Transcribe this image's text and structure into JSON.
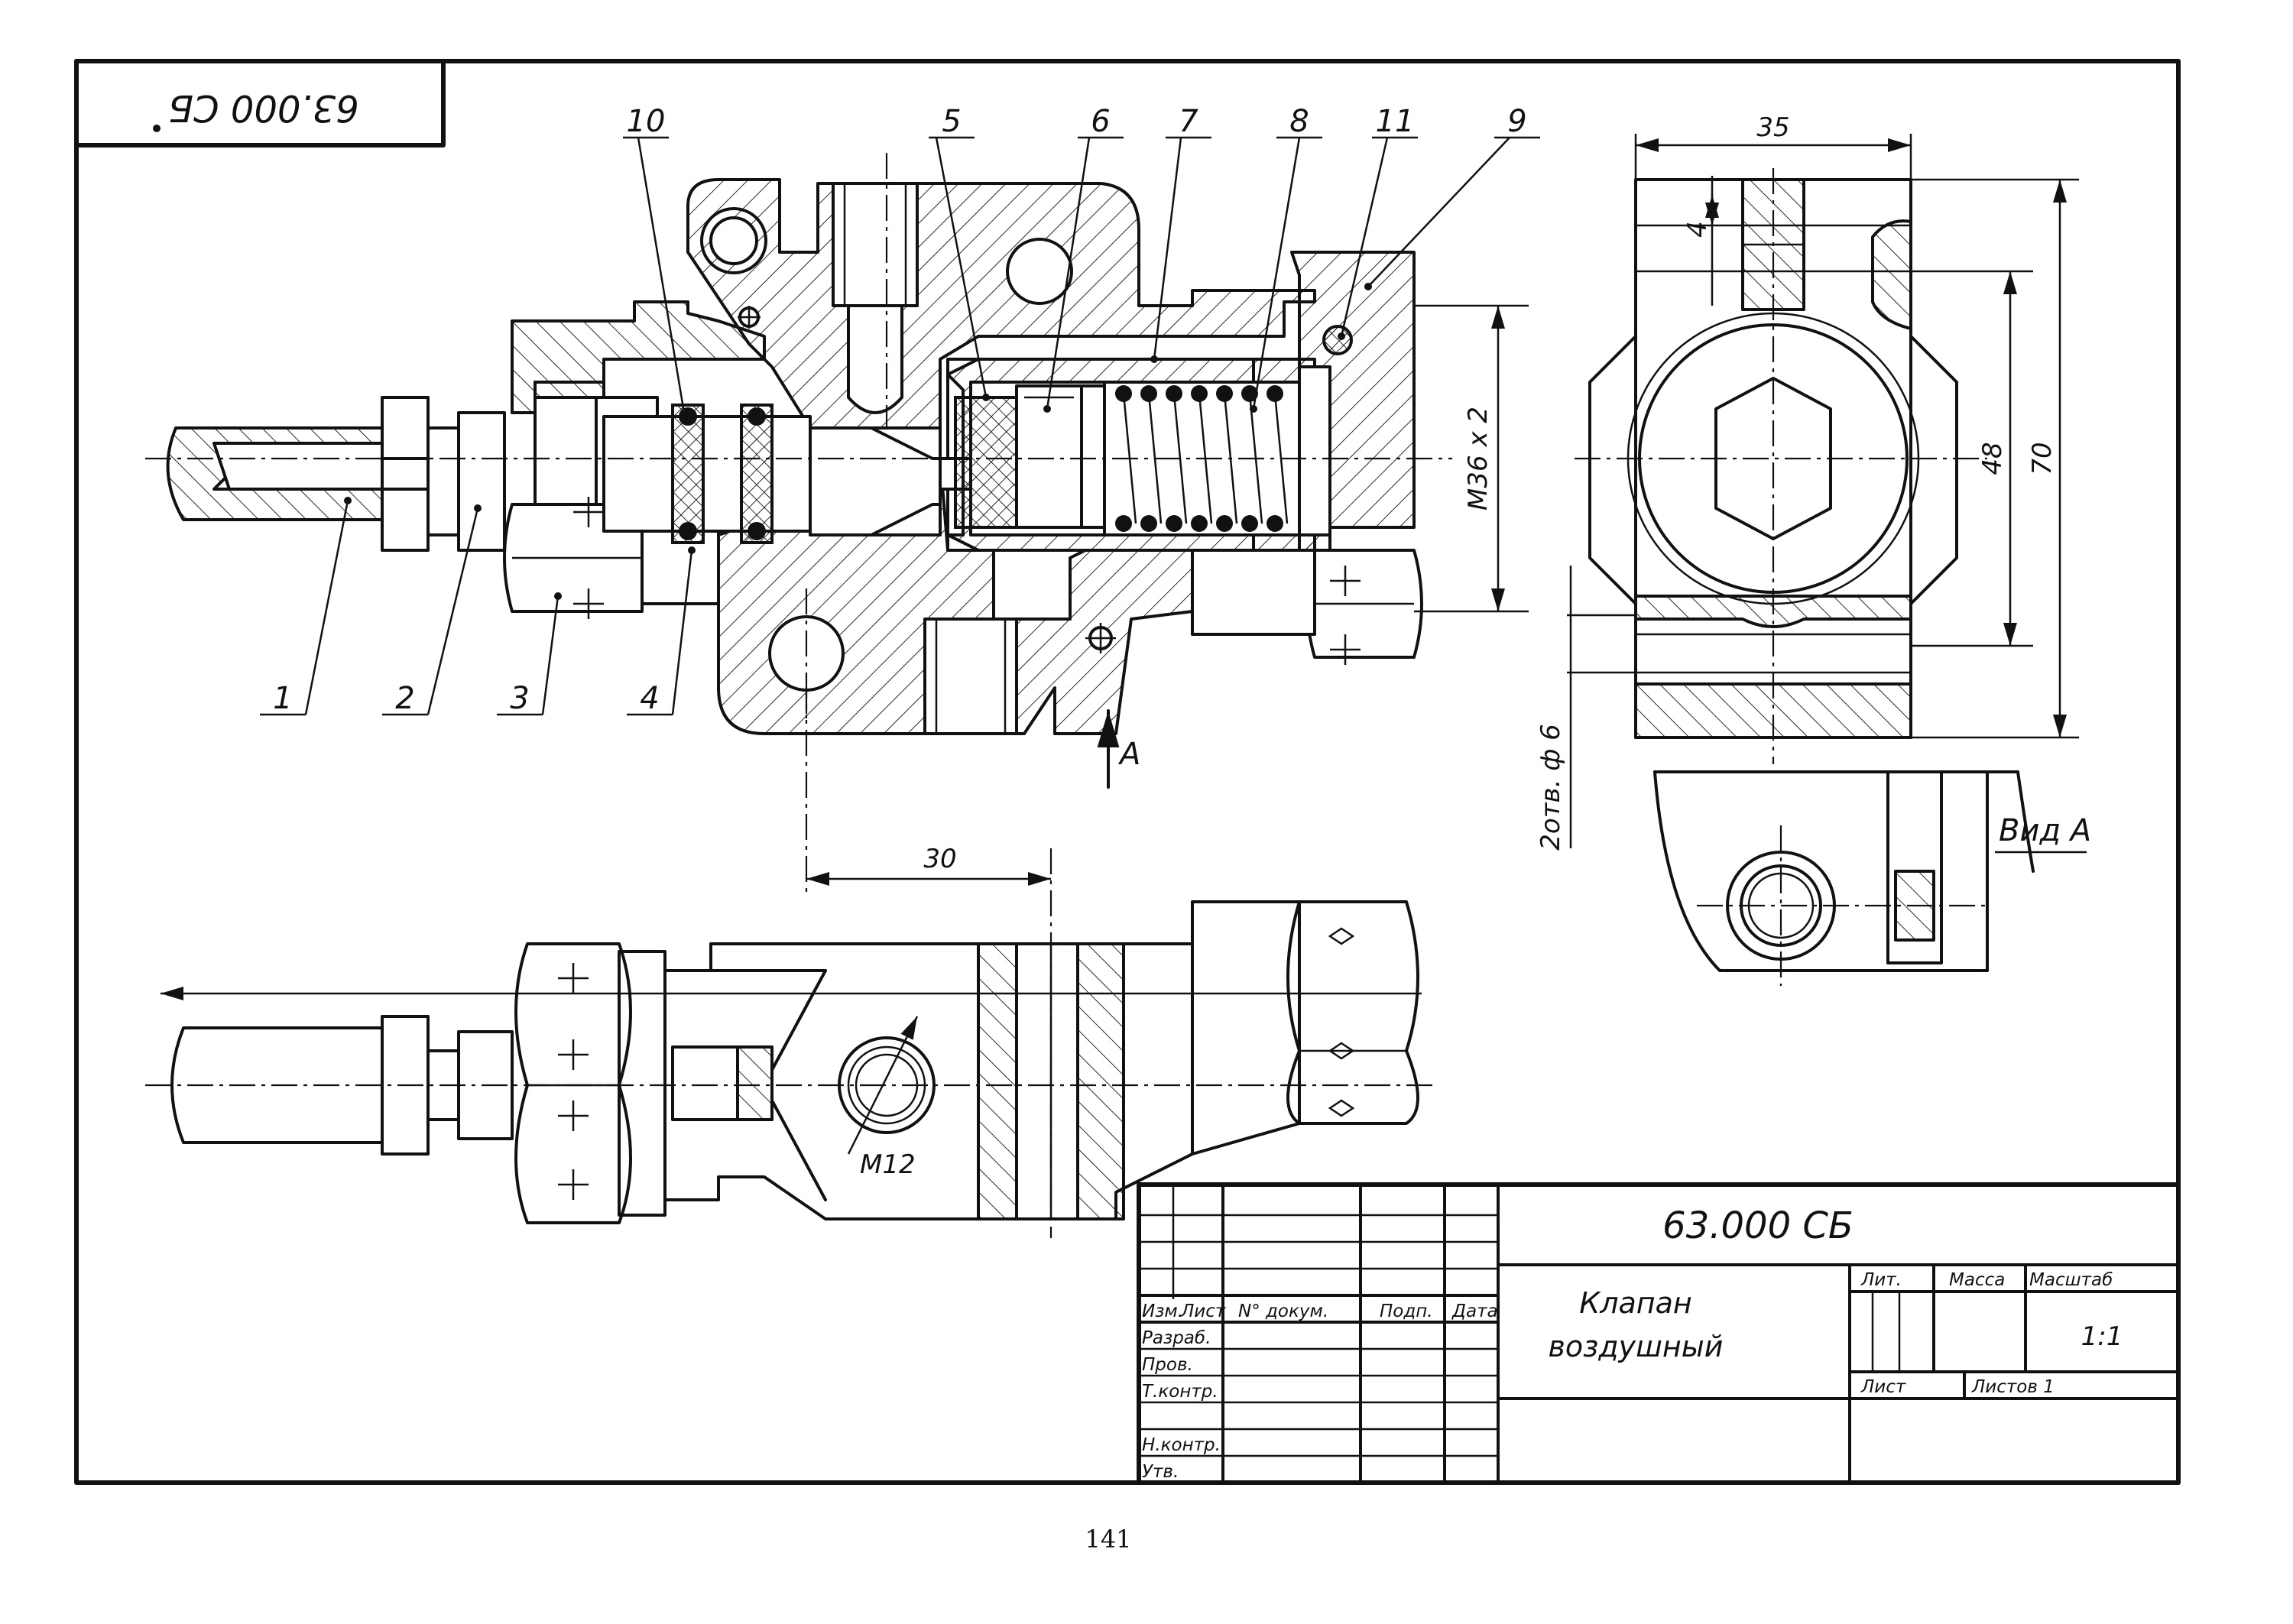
{
  "drawing": {
    "code_rotated": "63.000 СБ",
    "page_number": "141",
    "dim_m36": "M36 x 2",
    "dim_35": "35",
    "dim_4": "4",
    "dim_48": "48",
    "dim_70": "70",
    "dim_holes": "2отв. ф 6",
    "dim_30": "30",
    "dim_m12": "M12",
    "view_arrow": "A",
    "view_label": "Вид А"
  },
  "callouts": [
    {
      "num": "1"
    },
    {
      "num": "2"
    },
    {
      "num": "3"
    },
    {
      "num": "4"
    },
    {
      "num": "5"
    },
    {
      "num": "6"
    },
    {
      "num": "7"
    },
    {
      "num": "8"
    },
    {
      "num": "9"
    },
    {
      "num": "10"
    },
    {
      "num": "11"
    }
  ],
  "title_block": {
    "designation": "63.000 СБ",
    "name_line1": "Клапан",
    "name_line2": "воздушный",
    "col_izm": "Изм.",
    "col_list": "Лист",
    "col_doc": "N° докум.",
    "col_sign": "Подп.",
    "col_date": "Дата",
    "row_razrab": "Разраб.",
    "row_prov": "Пров.",
    "row_tkontr": "Т.контр.",
    "row_nkontr": "Н.контр.",
    "row_utv": "Утв.",
    "lit": "Лит.",
    "massa": "Масса",
    "masshtab": "Масштаб",
    "scale": "1:1",
    "sheet": "Лист",
    "sheets": "Листов 1"
  }
}
